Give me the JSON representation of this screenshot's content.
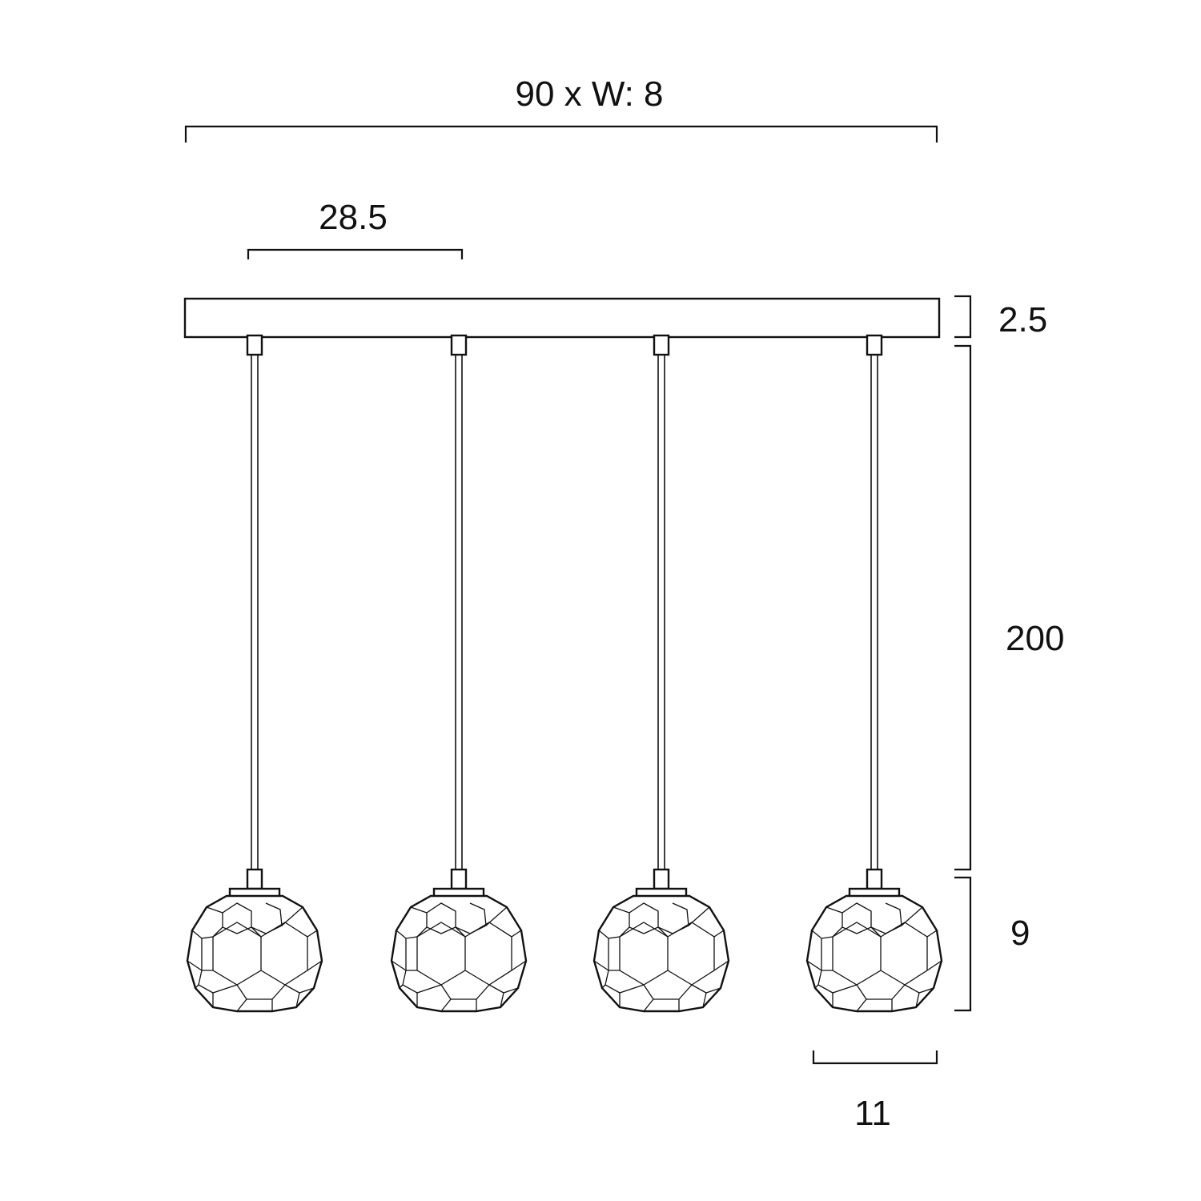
{
  "diagram": {
    "stroke_color": "#111111",
    "background": "#ffffff",
    "dimensions": {
      "overall_length": "90 x W: 8",
      "pendant_spacing": "28.5",
      "canopy_height": "2.5",
      "drop_length": "200",
      "shade_height": "9",
      "shade_width": "11"
    },
    "pendant_count": 4
  }
}
